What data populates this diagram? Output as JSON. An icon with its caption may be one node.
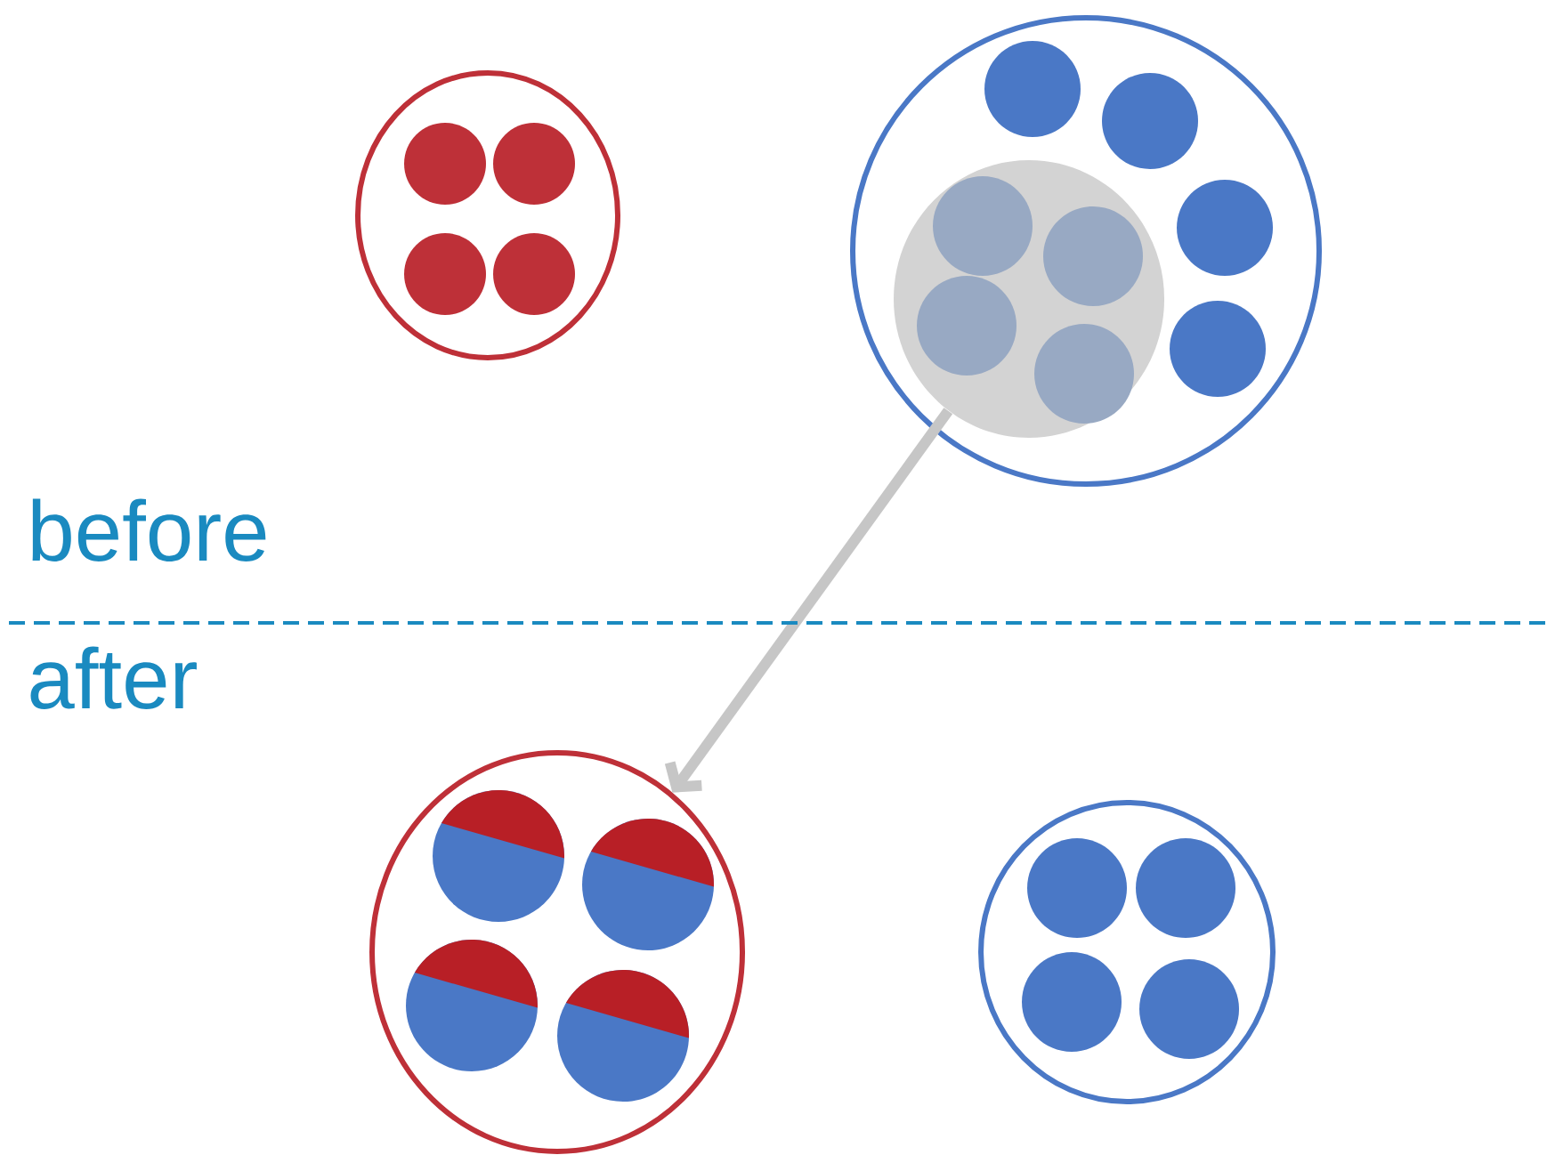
{
  "diagram": {
    "nodes": [
      {
        "text": [],
        "shape": "circle"
      },
      {
        "text": [],
        "shape": "circle"
      },
      {
        "text": [],
        "shape": "circle",
        "in": 1
      },
      {
        "text": [],
        "shape": "circle"
      },
      {
        "text": [],
        "shape": "circle"
      }
    ],
    "edges": [
      {
        "from": 2,
        "to": 3,
        "arrow": "to",
        "color": "#c6c6c6"
      }
    ],
    "labels": [
      "before",
      "after"
    ]
  }
}
